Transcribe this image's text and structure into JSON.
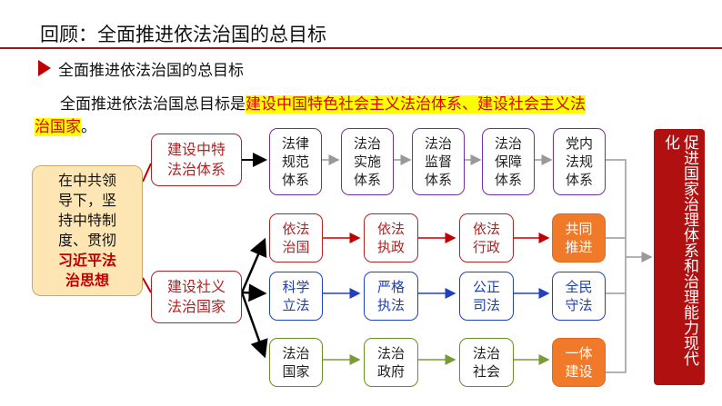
{
  "header": {
    "title": "回顾：全面推进依法治国的总目标",
    "subtitle": "全面推进依法治国的总目标"
  },
  "paragraph": {
    "prefix": "全面推进依法治国总目标是",
    "highlight_line1": "建设中国特色社会主义法治体系、建设社会主义法",
    "highlight_line2": "治国家",
    "suffix": "。"
  },
  "left_box": {
    "line1": "在中共领",
    "line2": "导下，坚",
    "line3": "持中特制",
    "line4": "度、贯彻",
    "emphasis1": "习近平法",
    "emphasis2": "治思想"
  },
  "branch_a": {
    "label": "建设中特法治体系"
  },
  "branch_b": {
    "label": "建设社义法治国家"
  },
  "system_row": [
    "法律规范体系",
    "法治实施体系",
    "法治监督体系",
    "法治保障体系",
    "党内法规体系"
  ],
  "row_red": [
    "依法治国",
    "依法执政",
    "依法行政",
    "共同推进"
  ],
  "row_blue": [
    "科学立法",
    "严格执法",
    "公正司法",
    "全民守法"
  ],
  "row_green": [
    "法治国家",
    "法治政府",
    "法治社会",
    "一体建设"
  ],
  "goal": {
    "label": "促进国家治理体系和治理能力现代化"
  },
  "colors": {
    "accent_red": "#b01010",
    "orange": "#f07a2a",
    "purple": "#7030a0",
    "blue": "#2040c0",
    "green": "#6b8e23"
  }
}
